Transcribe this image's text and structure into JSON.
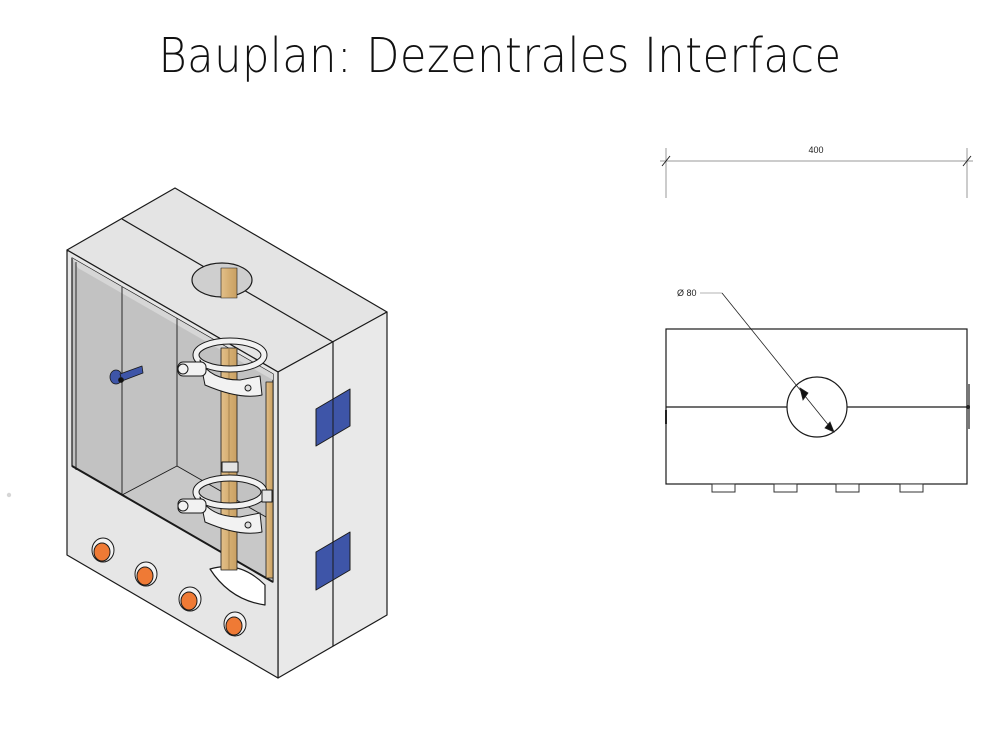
{
  "page": {
    "title": "Bauplan: Dezentrales Interface"
  },
  "isometric_view": {
    "label": "3D isometric view of wall-mounted enclosure",
    "colors": {
      "housing": "#e6e6e6",
      "housing_dark": "#d9d9d9",
      "interior": "#c4c4c4",
      "wood": "#d9b47a",
      "hinge": "#3e55a8",
      "port": "#ef7a35",
      "outline": "#1a1a1a"
    },
    "ports_count": 4,
    "hinges_count": 2,
    "pipe_clamps_count": 2
  },
  "orthographic_view": {
    "width_dimension": "400",
    "hole_dimension": "Ø 80",
    "bottom_tabs_count": 4
  }
}
